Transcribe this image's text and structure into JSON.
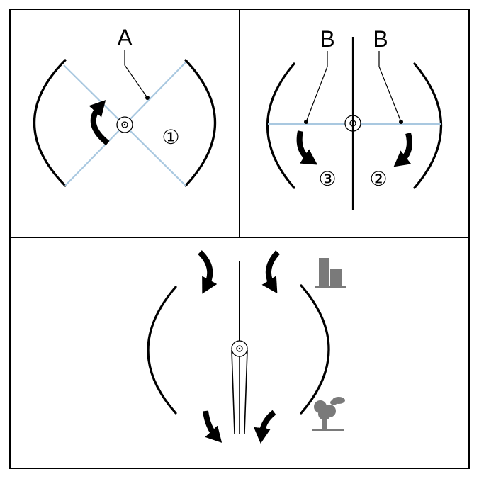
{
  "panel_top_left": {
    "label": "A",
    "step": "①"
  },
  "panel_top_right": {
    "label_left": "B",
    "label_right": "B",
    "step_left": "③",
    "step_right": "②"
  },
  "panel_bottom": {
    "icons": [
      "building-icon",
      "tree-icon"
    ]
  },
  "colors": {
    "line": "#000000",
    "guide_blue": "#a9c8e0",
    "icon_grey": "#7a7a7a"
  }
}
